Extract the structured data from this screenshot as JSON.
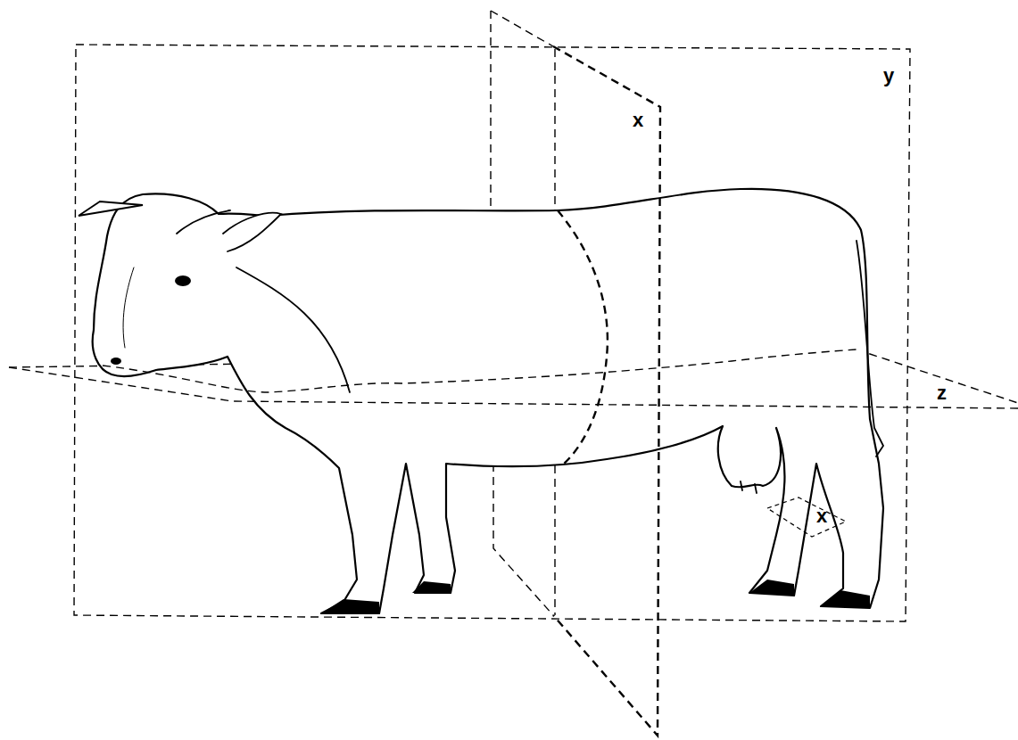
{
  "diagram": {
    "labels": [
      "y",
      "x",
      "z",
      "x"
    ]
  }
}
